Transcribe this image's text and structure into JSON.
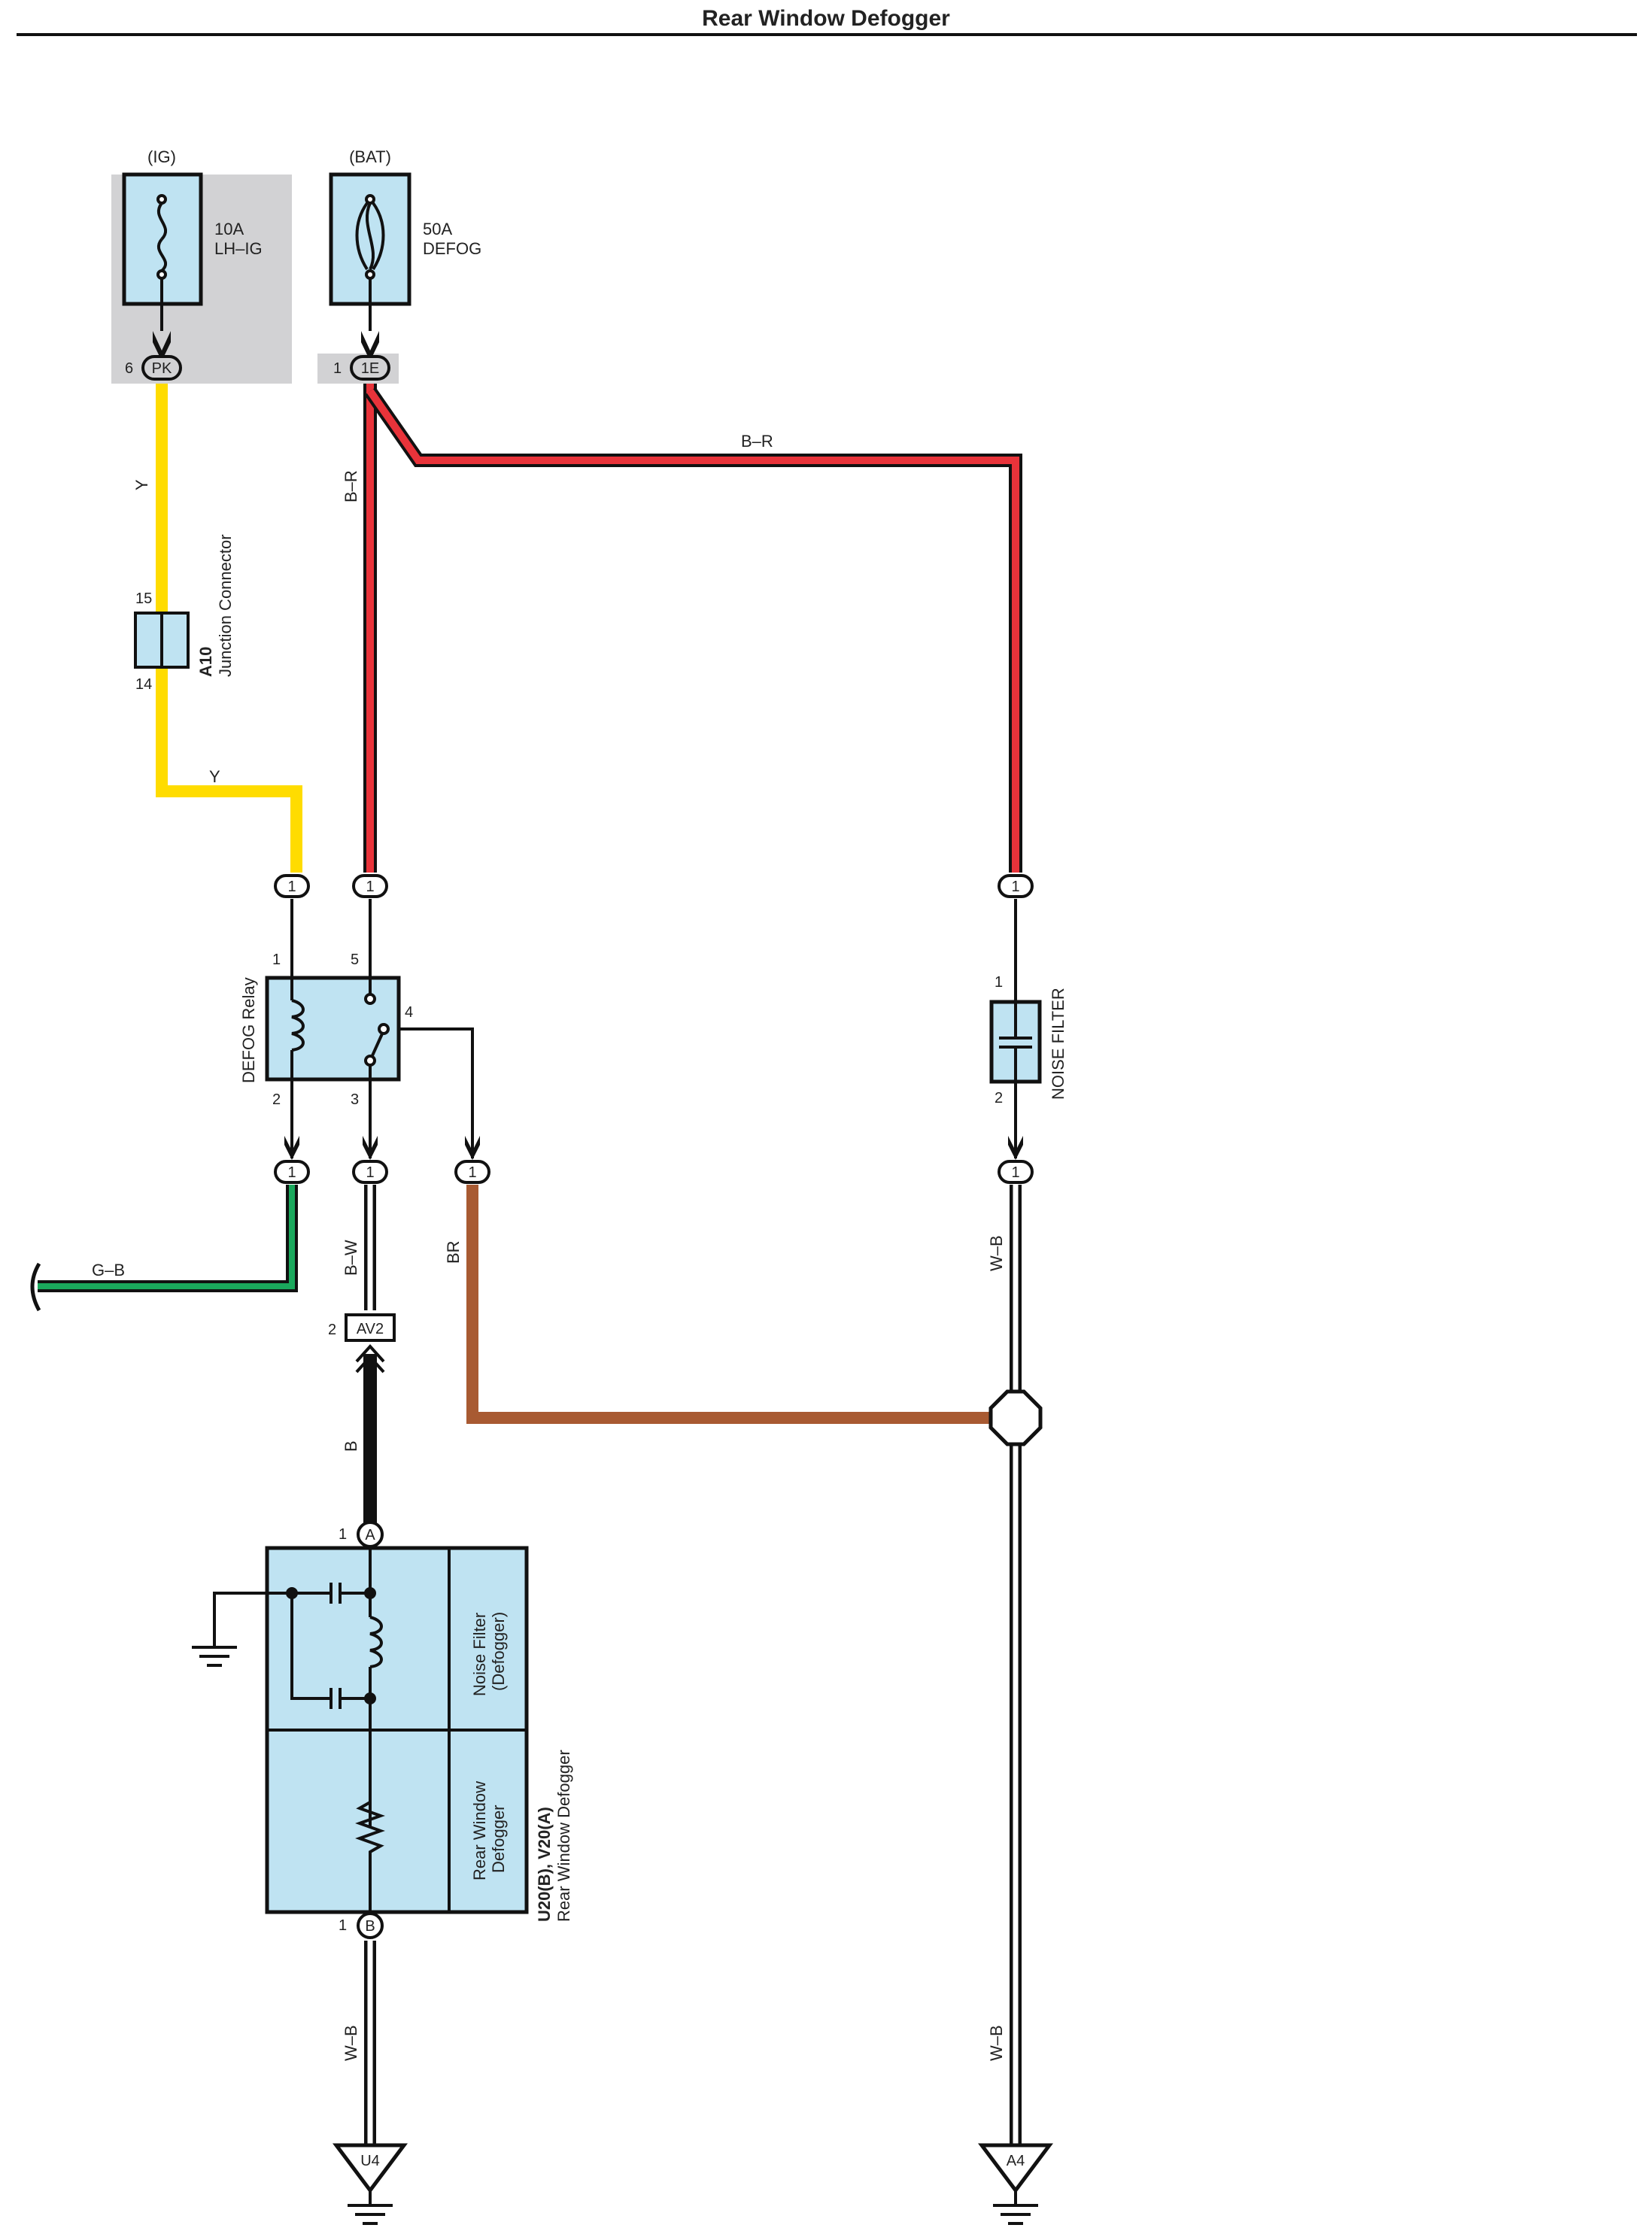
{
  "header": {
    "title": "Rear Window Defogger"
  },
  "fuses": {
    "ig": {
      "supply": "(IG)",
      "rating": "10A",
      "name": "LH–IG",
      "pin": "6",
      "connector": "PK"
    },
    "bat": {
      "supply": "(BAT)",
      "rating": "50A",
      "name": "DEFOG",
      "pin": "1",
      "connector": "1E"
    }
  },
  "junction": {
    "code": "A10",
    "name": "Junction Connector",
    "pin_top": "15",
    "pin_bottom": "14"
  },
  "relay": {
    "name": "DEFOG Relay",
    "pin1": "1",
    "pin2": "2",
    "pin3": "3",
    "pin4": "4",
    "pin5": "5"
  },
  "noise_filter": {
    "name": "NOISE FILTER",
    "pin1": "1",
    "pin2": "2"
  },
  "connectors": {
    "one": "1",
    "av2_pin": "2",
    "av2": "AV2"
  },
  "defogger": {
    "codes": "U20(B), V20(A)",
    "name": "Rear Window Defogger",
    "section_filter": [
      "Noise Filter",
      "(Defogger)"
    ],
    "section_defogger": [
      "Rear Window",
      "Defogger"
    ],
    "pin_a": "A",
    "pin_a_num": "1",
    "pin_b": "B",
    "pin_b_num": "1"
  },
  "grounds": {
    "left": "U4",
    "right": "A4"
  },
  "wires": {
    "y_vertical": "Y",
    "y_horizontal": "Y",
    "br_vertical": "B–R",
    "br_horizontal": "B–R",
    "gb": "G–B",
    "bw": "B–W",
    "brown": "BR",
    "wb_right_upper": "W–B",
    "b": "B",
    "wb_left": "W–B",
    "wb_right_lower": "W–B"
  },
  "colors": {
    "box_fill": "#bfe3f2",
    "shade": "#d2d2d4",
    "yellow": "#ffdc00",
    "red": "#e8333a",
    "green": "#1aa85c",
    "brown": "#a85a32"
  }
}
